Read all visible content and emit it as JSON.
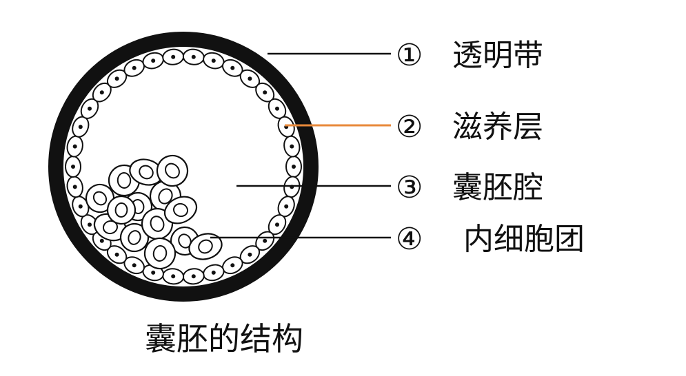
{
  "diagram": {
    "caption": "囊胚的结构",
    "labels": [
      {
        "number": "①",
        "text": "透明带",
        "leader_color": "#111111"
      },
      {
        "number": "②",
        "text": "滋养层",
        "leader_color": "#e8893a"
      },
      {
        "number": "③",
        "text": "囊胚腔",
        "leader_color": "#111111"
      },
      {
        "number": "④",
        "text": "内细胞团",
        "leader_color": "#111111"
      }
    ],
    "colors": {
      "outline": "#111111",
      "cell_fill": "#ffffff",
      "highlight_leader": "#e8893a"
    }
  }
}
